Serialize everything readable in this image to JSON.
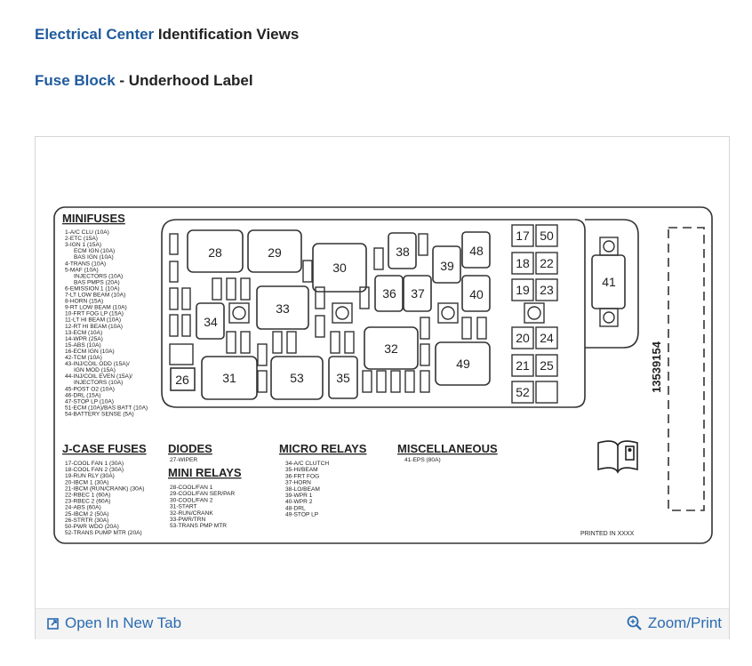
{
  "header": {
    "link1": "Electrical Center",
    "title1_rest": "Identification Views",
    "link2": "Fuse Block",
    "title2_rest": " - Underhood Label"
  },
  "label": {
    "sections": {
      "minifuses": "MINIFUSES",
      "jcase": "J-CASE FUSES",
      "diodes": "DIODES",
      "mini_relays": "MINI RELAYS",
      "micro_relays": "MICRO RELAYS",
      "misc": "MISCELLANEOUS"
    },
    "minifuses_list": [
      "1-A/C CLU (10A)",
      "2-ETC (15A)",
      "3-IGN 1 (15A)",
      "ECM IGN (10A)",
      "BAS IGN (10A)",
      "4-TRANS (10A)",
      "5-MAF (10A)",
      "INJECTORS (10A)",
      "BAS PMPS (20A)",
      "6-EMISSION 1 (10A)",
      "7-LT LOW BEAM (10A)",
      "8-HORN (15A)",
      "9-RT LOW BEAM (10A)",
      "10-FRT FOG LP (15A)",
      "11-LT HI BEAM (10A)",
      "12-RT HI BEAM (10A)",
      "13-ECM (10A)",
      "14-WPR (25A)",
      "15-ABS (10A)",
      "16-ECM IGN (10A)",
      "42-TCM (10A)",
      "43-INJ/COIL ODD (15A)/",
      "IGN MOD (15A)",
      "44-INJ/COIL EVEN (15A)/",
      "INJECTORS (10A)",
      "45-POST O2 (10A)",
      "46-DRL (15A)",
      "47-STOP LP (10A)",
      "51-ECM (10A)/BAS BATT (10A)",
      "54-BATTERY SENSE (5A)"
    ],
    "jcase_list": [
      "17-COOL FAN 1 (30A)",
      "18-COOL FAN 2 (30A)",
      "19-RUN RLY (30A)",
      "20-IBCM 1 (30A)",
      "21-IBCM (RUN/CRANK) (30A)",
      "22-RBEC 1 (60A)",
      "23-RBEC 2 (60A)",
      "24-ABS (60A)",
      "25-IBCM 2 (50A)",
      "26-STRTR (30A)",
      "50-PWR WDO (20A)",
      "52-TRANS PUMP MTR (20A)"
    ],
    "diodes_list": [
      "27-WIPER"
    ],
    "mini_relays_list": [
      "28-COOL/FAN 1",
      "29-COOL/FAN SER/PAR",
      "30-COOL/FAN 2",
      "31-START",
      "32-RUN/CRANK",
      "33-PWR/TRN",
      "53-TRANS PMP MTR"
    ],
    "micro_relays_list": [
      "34-A/C CLUTCH",
      "35-HI/BEAM",
      "36-FRT FOG",
      "37-HORN",
      "38-LO/BEAM",
      "39-WPR 1",
      "40-WPR 2",
      "48-DRL",
      "49-STOP LP"
    ],
    "misc_list": [
      "41-EPS (80A)"
    ],
    "side_number": "13539154",
    "printed": "PRINTED IN XXXX",
    "box_numbers": {
      "r28": "28",
      "r29": "29",
      "r30": "30",
      "r31": "31",
      "r32": "32",
      "r33": "33",
      "r34": "34",
      "r35": "35",
      "r36": "36",
      "r37": "37",
      "r38": "38",
      "r39": "39",
      "r40": "40",
      "r41": "41",
      "r48": "48",
      "r49": "49",
      "r53": "53",
      "d26": "26",
      "j17": "17",
      "j50": "50",
      "j18": "18",
      "j22": "22",
      "j19": "19",
      "j23": "23",
      "j20": "20",
      "j24": "24",
      "j21": "21",
      "j25": "25",
      "j52": "52"
    }
  },
  "footer": {
    "open_tab": "Open In New Tab",
    "zoom_print": "Zoom/Print"
  },
  "colors": {
    "link": "#1f5a9c",
    "footer_link": "#2a6bb0"
  },
  "icons": [
    "open-in-new-tab-icon",
    "zoom-icon",
    "manual-book-icon"
  ]
}
